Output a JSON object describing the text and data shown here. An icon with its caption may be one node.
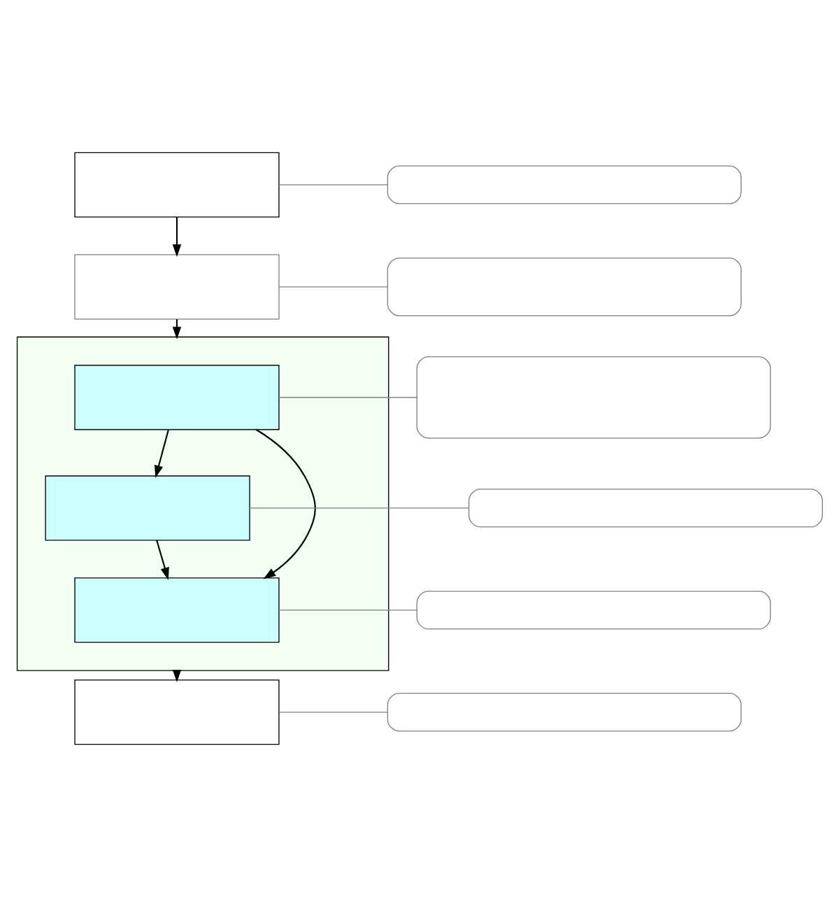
{
  "diagram": {
    "nodes": [
      {
        "text": [],
        "shape": "box"
      },
      {
        "text": [],
        "shape": "box"
      },
      {
        "text": [],
        "shape": "box"
      },
      {
        "text": [],
        "shape": "box"
      },
      {
        "text": [],
        "shape": "box"
      },
      {
        "text": [],
        "shape": "box",
        "in": 4
      },
      {
        "text": [],
        "shape": "box"
      },
      {
        "text": [],
        "shape": "box",
        "in": 4
      },
      {
        "text": [],
        "shape": "box"
      },
      {
        "text": [],
        "shape": "box",
        "in": 4
      },
      {
        "text": [],
        "shape": "box"
      },
      {
        "text": [],
        "shape": "box"
      },
      {
        "text": [],
        "shape": "box"
      }
    ],
    "edges": [
      {
        "from": 0,
        "to": 2,
        "arrow": "to"
      },
      {
        "from": 2,
        "to": 4,
        "arrow": "to"
      },
      {
        "from": 5,
        "to": 7,
        "arrow": "to"
      },
      {
        "from": 7,
        "to": 9,
        "arrow": "to"
      },
      {
        "from": 5,
        "to": 9,
        "arrow": "to"
      },
      {
        "from": 4,
        "to": 11,
        "arrow": "to"
      },
      {
        "from": 0,
        "to": 1,
        "arrow": "none",
        "color": "#808080"
      },
      {
        "from": 2,
        "to": 3,
        "arrow": "none",
        "color": "#808080"
      },
      {
        "from": 5,
        "to": 6,
        "arrow": "none",
        "color": "#808080"
      },
      {
        "from": 7,
        "to": 8,
        "arrow": "none",
        "color": "#808080"
      },
      {
        "from": 9,
        "to": 10,
        "arrow": "none",
        "color": "#808080"
      },
      {
        "from": 11,
        "to": 12,
        "arrow": "none",
        "color": "#808080"
      }
    ]
  }
}
